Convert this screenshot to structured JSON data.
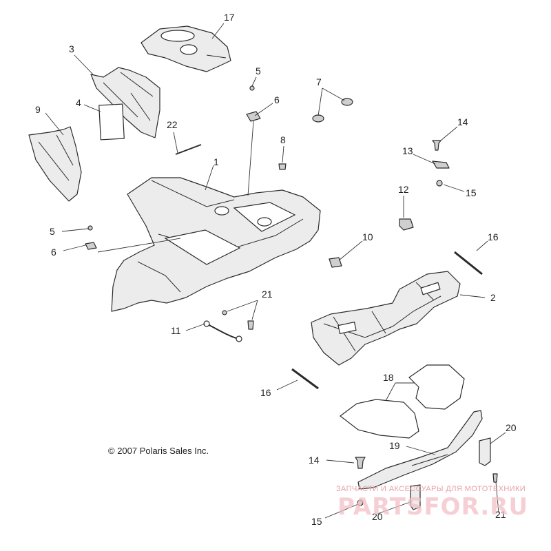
{
  "diagram": {
    "callouts": [
      {
        "id": "c17",
        "label": "17"
      },
      {
        "id": "c3",
        "label": "3"
      },
      {
        "id": "c5a",
        "label": "5"
      },
      {
        "id": "c7",
        "label": "7"
      },
      {
        "id": "c6a",
        "label": "6"
      },
      {
        "id": "c9",
        "label": "9"
      },
      {
        "id": "c4",
        "label": "4"
      },
      {
        "id": "c22",
        "label": "22"
      },
      {
        "id": "c14a",
        "label": "14"
      },
      {
        "id": "c8",
        "label": "8"
      },
      {
        "id": "c13",
        "label": "13"
      },
      {
        "id": "c1",
        "label": "1"
      },
      {
        "id": "c12",
        "label": "12"
      },
      {
        "id": "c15a",
        "label": "15"
      },
      {
        "id": "c5b",
        "label": "5"
      },
      {
        "id": "c10",
        "label": "10"
      },
      {
        "id": "c16a",
        "label": "16"
      },
      {
        "id": "c6b",
        "label": "6"
      },
      {
        "id": "c2",
        "label": "2"
      },
      {
        "id": "c21a",
        "label": "21"
      },
      {
        "id": "c11",
        "label": "11"
      },
      {
        "id": "c18",
        "label": "18"
      },
      {
        "id": "c16b",
        "label": "16"
      },
      {
        "id": "c19",
        "label": "19"
      },
      {
        "id": "c20a",
        "label": "20"
      },
      {
        "id": "c14b",
        "label": "14"
      },
      {
        "id": "c15b",
        "label": "15"
      },
      {
        "id": "c20b",
        "label": "20"
      },
      {
        "id": "c21b",
        "label": "21"
      }
    ],
    "copyright": "© 2007 Polaris Sales Inc."
  },
  "watermark": {
    "tagline": "ЗАПЧАСТИ И АКСЕССУАРЫ ДЛЯ МОТОТЕХНИКИ",
    "logo": "PARTSFOR.RU"
  },
  "colors": {
    "line": "#2a2a2a",
    "fill": "#ececec",
    "watermark": "#f3c0c6"
  }
}
